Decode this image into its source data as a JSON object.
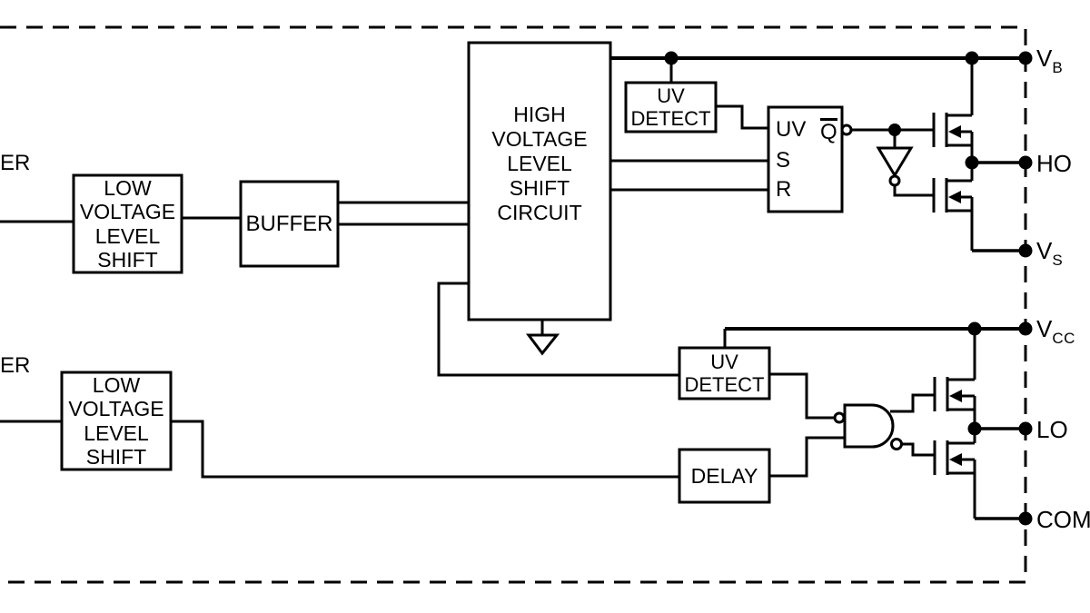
{
  "colors": {
    "line": "#000000",
    "background": "#ffffff"
  },
  "blocks": {
    "lvls_top": "LOW\nVOLTAGE\nLEVEL\nSHIFT",
    "buffer": "BUFFER",
    "hvls": "HIGH\nVOLTAGE\nLEVEL\nSHIFT\nCIRCUIT",
    "uv_detect_top": "UV\nDETECT",
    "uv_detect_bottom": "UV\nDETECT",
    "delay": "DELAY",
    "lvls_bottom": "LOW\nVOLTAGE\nLEVEL\nSHIFT"
  },
  "latch": {
    "input_uv": "UV",
    "input_s": "S",
    "input_r": "R",
    "output_q": "Q"
  },
  "inputs": {
    "top_partial": "ER",
    "bottom_partial": "ER"
  },
  "pins": {
    "vb": {
      "main": "V",
      "sub": "B"
    },
    "ho": {
      "label": "HO"
    },
    "vs": {
      "main": "V",
      "sub": "S"
    },
    "vcc": {
      "main": "V",
      "sub": "CC"
    },
    "lo": {
      "label": "LO"
    },
    "com": {
      "label": "COM"
    }
  }
}
